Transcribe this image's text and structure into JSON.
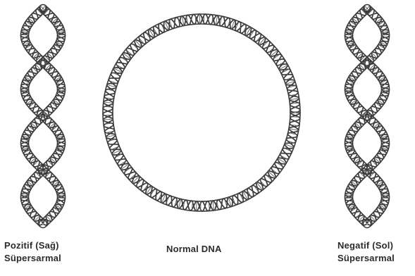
{
  "figures": {
    "positive": {
      "line1": "Pozitif (Sağ)",
      "line2": "Süpersarmal"
    },
    "normal": {
      "label": "Normal DNA"
    },
    "negative": {
      "line1": "Negatif (Sol)",
      "line2": "Süpersarmal"
    }
  },
  "colors": {
    "strand": "#3a3a3a",
    "rung": "#6a6a6a",
    "text": "#2b2b2b",
    "background": "#ffffff"
  }
}
